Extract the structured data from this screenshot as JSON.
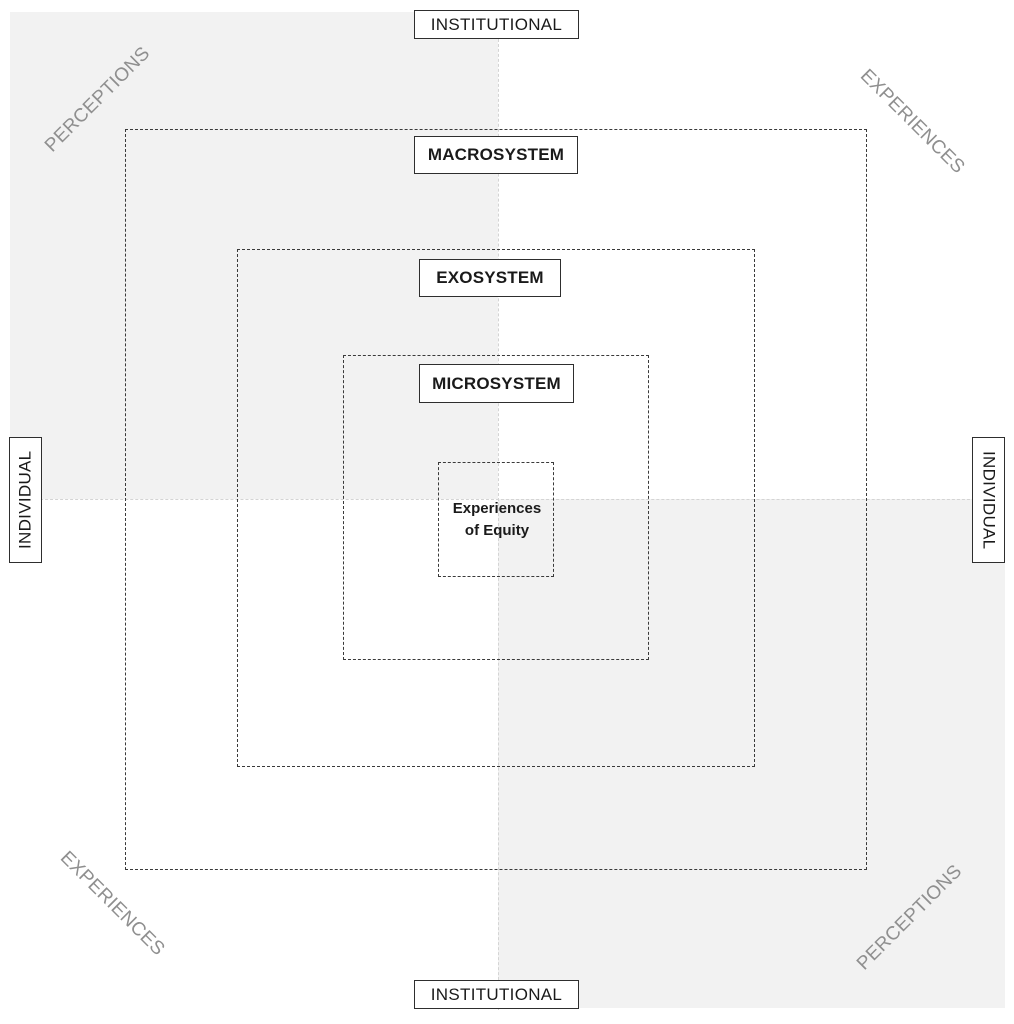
{
  "axes": {
    "top": "INSTITUTIONAL",
    "bottom": "INSTITUTIONAL",
    "left": "INDIVIDUAL",
    "right": "INDIVIDUAL"
  },
  "corners": {
    "top_left": "PERCEPTIONS",
    "top_right": "EXPERIENCES",
    "bottom_left": "EXPERIENCES",
    "bottom_right": "PERCEPTIONS"
  },
  "systems": {
    "macro": "MACROSYSTEM",
    "exo": "EXOSYSTEM",
    "micro": "MICROSYSTEM"
  },
  "center": {
    "line1": "Experiences",
    "line2": "of Equity"
  },
  "colors": {
    "shaded_quadrant": "#f2f2f2",
    "corner_text": "#8f8f8f",
    "border": "#2e2e2e"
  }
}
